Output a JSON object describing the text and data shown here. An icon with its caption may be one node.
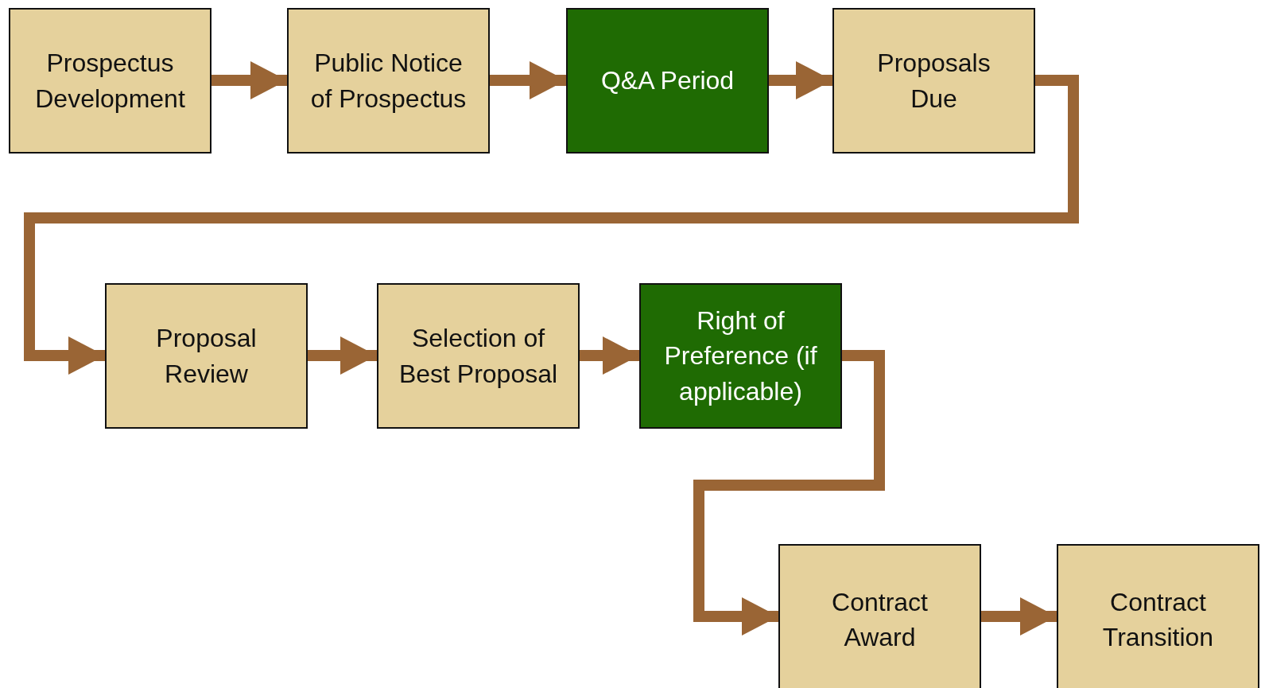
{
  "diagram": {
    "nodes": [
      {
        "text": [
          "Prospectus Development"
        ]
      },
      {
        "text": [
          "Public Notice of Prospectus"
        ]
      },
      {
        "text": [
          "Q&A Period"
        ]
      },
      {
        "text": [
          "Proposals Due"
        ]
      },
      {
        "text": [
          "Proposal Review"
        ]
      },
      {
        "text": [
          "Selection of Best Proposal"
        ]
      },
      {
        "text": [
          "Right of Preference (if applicable)"
        ]
      },
      {
        "text": [
          "Contract Award"
        ]
      },
      {
        "text": [
          "Contract Transition"
        ]
      }
    ],
    "edges": [
      {
        "from": 0,
        "to": 1,
        "arrow": "to"
      },
      {
        "from": 1,
        "to": 2,
        "arrow": "to"
      },
      {
        "from": 2,
        "to": 3,
        "arrow": "to"
      },
      {
        "from": 3,
        "to": 4,
        "arrow": "to"
      },
      {
        "from": 4,
        "to": 5,
        "arrow": "to"
      },
      {
        "from": 5,
        "to": 6,
        "arrow": "to"
      },
      {
        "from": 6,
        "to": 7,
        "arrow": "to"
      },
      {
        "from": 7,
        "to": 8,
        "arrow": "to"
      }
    ]
  }
}
